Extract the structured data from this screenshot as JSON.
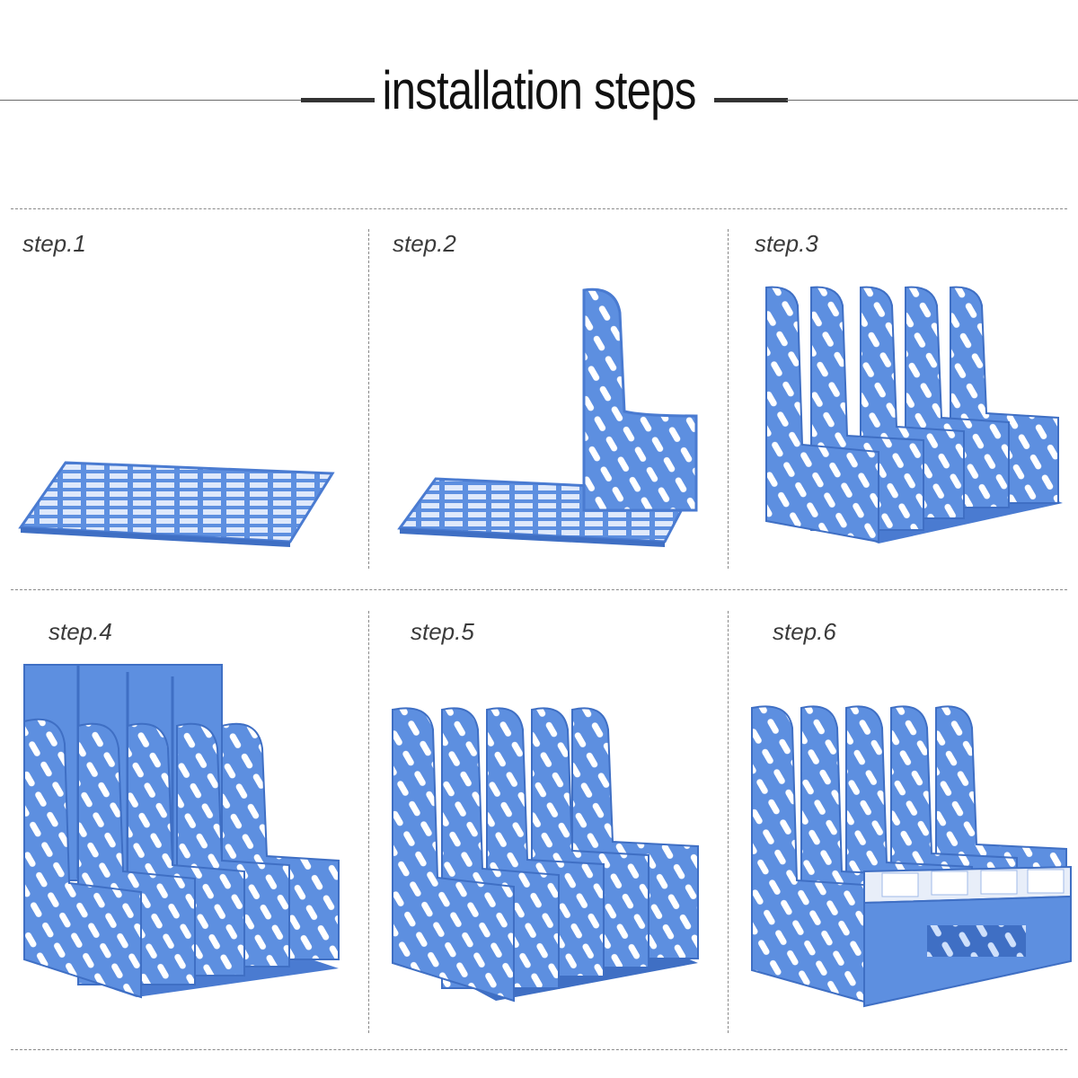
{
  "header": {
    "title": "installation steps"
  },
  "steps": [
    {
      "label": "step.1"
    },
    {
      "label": "step.2"
    },
    {
      "label": "step.3"
    },
    {
      "label": "step.4"
    },
    {
      "label": "step.5"
    },
    {
      "label": "step.6"
    }
  ],
  "colors": {
    "organizer_blue": "#5d8fe0",
    "organizer_dark": "#3f6fc4",
    "hole": "#ffffff"
  }
}
